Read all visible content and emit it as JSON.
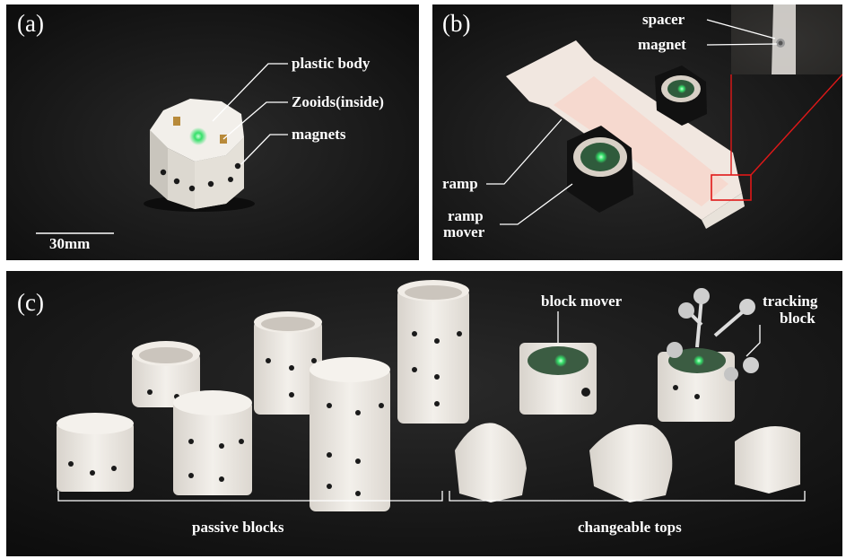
{
  "panel_a": {
    "label": "(a)",
    "annotations": {
      "plastic_body": "plastic body",
      "zooids": "Zooids(inside)",
      "magnets": "magnets"
    },
    "scale_bar": "30mm"
  },
  "panel_b": {
    "label": "(b)",
    "annotations": {
      "spacer": "spacer",
      "magnet": "magnet",
      "ramp": "ramp",
      "ramp_mover_1": "ramp",
      "ramp_mover_2": "mover"
    }
  },
  "panel_c": {
    "label": "(c)",
    "annotations": {
      "block_mover": "block mover",
      "tracking_1": "tracking",
      "tracking_2": "block",
      "passive_blocks": "passive blocks",
      "changeable_tops": "changeable tops"
    }
  },
  "colors": {
    "background": "#141414",
    "object": "#eeeae3",
    "magnet_dots": "#1a1a1a",
    "led": "#35e06a",
    "highlight_box": "#e01818"
  }
}
